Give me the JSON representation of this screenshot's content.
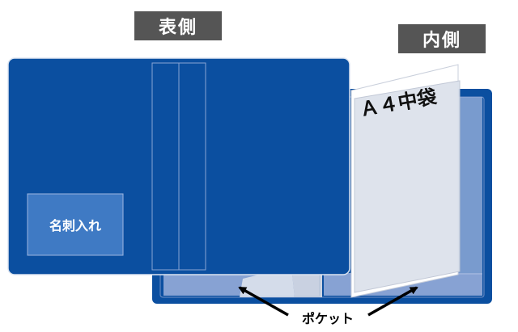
{
  "labels": {
    "front_side": "表側",
    "inner_side": "内側",
    "business_card_holder": "名刺入れ",
    "a4_inner_pocket": "Ａ４中袋",
    "pocket": "ポケット"
  },
  "colors": {
    "cover_blue": "#0b4fa0",
    "cover_border": "#dce4f0",
    "sleeve_gray": "#dde2ec",
    "label_bg": "#555555",
    "arrow": "#000000"
  }
}
